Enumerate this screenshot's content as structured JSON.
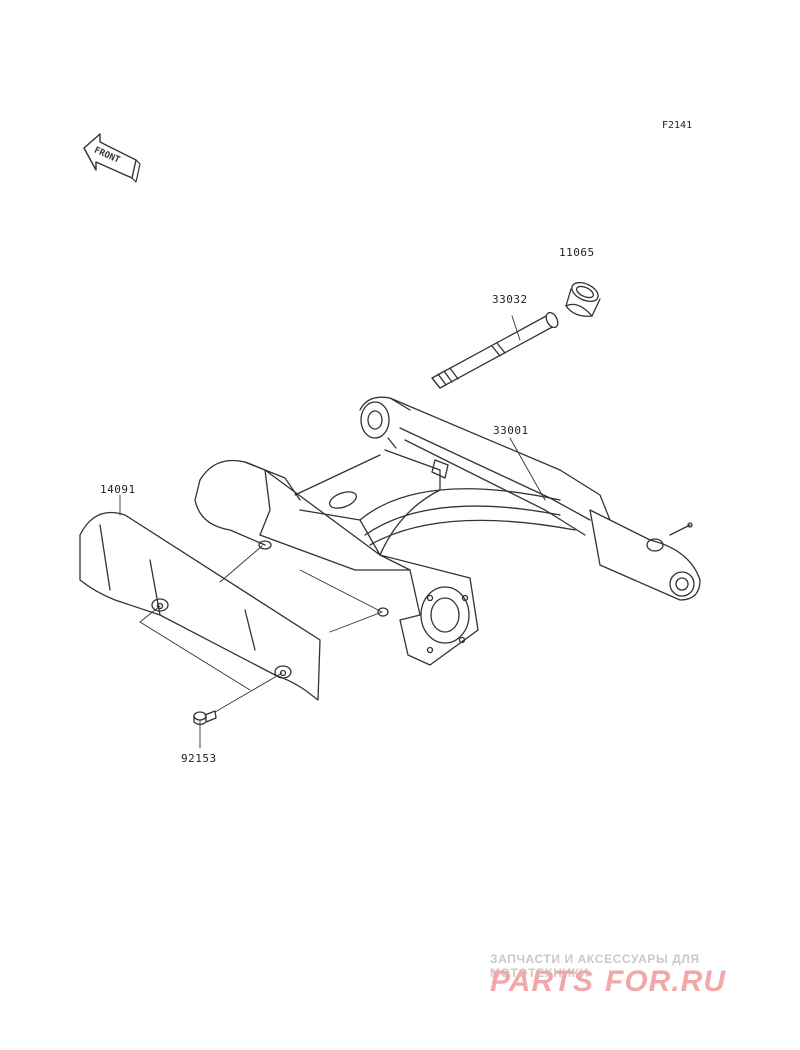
{
  "diagram": {
    "ref_code": "F2141",
    "front_arrow_text": "FRONT",
    "parts": [
      {
        "number": "11065"
      },
      {
        "number": "33032"
      },
      {
        "number": "33001"
      },
      {
        "number": "14091"
      },
      {
        "number": "92153"
      }
    ]
  },
  "watermark": {
    "subtitle": "ЗАПЧАСТИ И АКСЕССУАРЫ ДЛЯ МОТОТЕХНИКИ",
    "logo_left": "PARTS",
    "logo_right": "FOR.RU",
    "logo_color": "#f2a8a8",
    "logo_accent_color": "#c8c8c8"
  },
  "colors": {
    "line": "#333333"
  }
}
